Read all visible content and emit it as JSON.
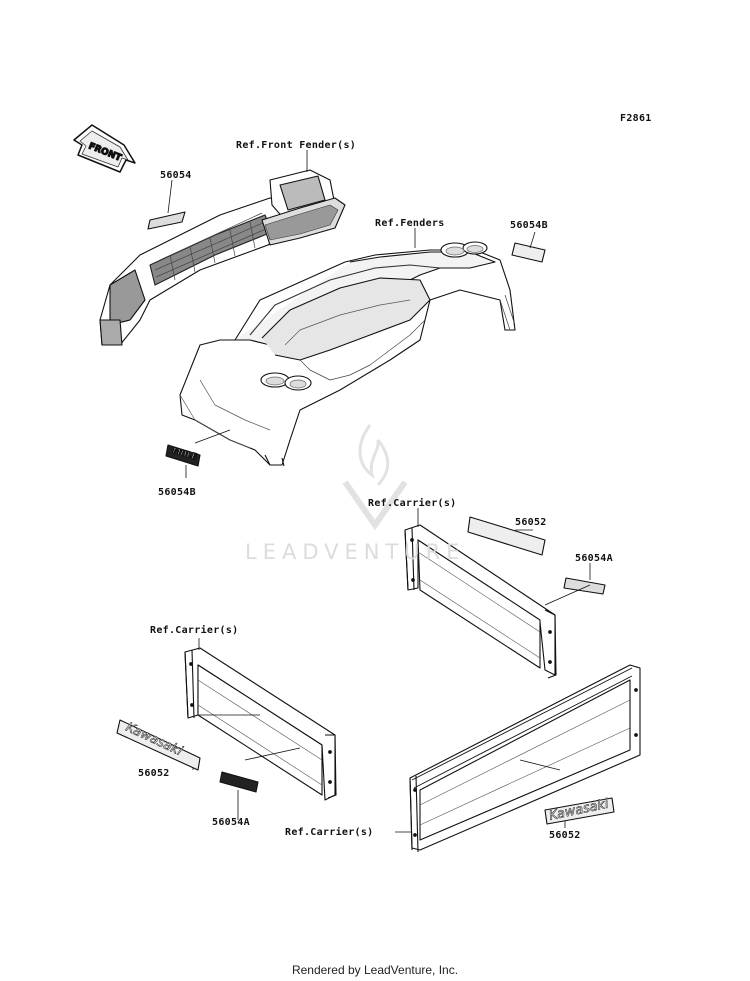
{
  "diagram_code": "F2861",
  "front_arrow_label": "FRONT",
  "watermark": "LEADVENTURE",
  "footer": "Rendered by LeadVenture, Inc.",
  "labels": {
    "ref_front_fender": "Ref.Front Fender(s)",
    "ref_fenders": "Ref.Fenders",
    "ref_carrier_1": "Ref.Carrier(s)",
    "ref_carrier_2": "Ref.Carrier(s)",
    "ref_carrier_3": "Ref.Carrier(s)",
    "part_56054_top": "56054",
    "part_56054b_right": "56054B",
    "part_56054b_left": "56054B",
    "part_56052_right": "56052",
    "part_56054a_right": "56054A",
    "part_56052_left": "56052",
    "part_56054a_left": "56054A",
    "part_56052_bottom": "56052"
  },
  "decals": {
    "kawasaki_left": "Kawasaki",
    "kawasaki_right": "Kawasaki",
    "mule_badge": "MULE"
  }
}
